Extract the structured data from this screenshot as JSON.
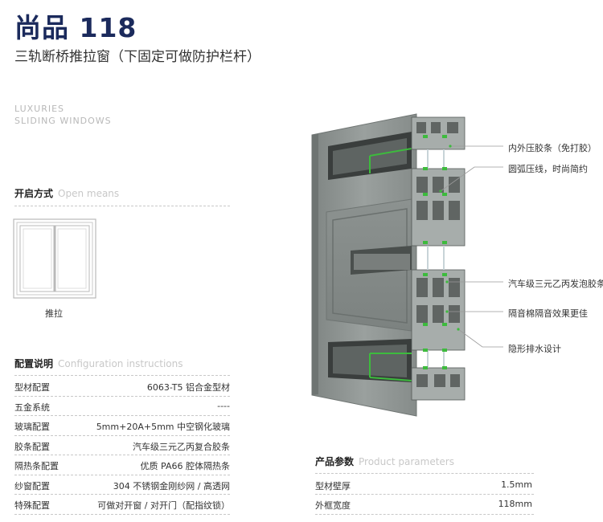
{
  "header": {
    "title": "尚品 118",
    "subtitle": "三轨断桥推拉窗（下固定可做防护栏杆）",
    "tagline_1": "LUXURIES",
    "tagline_2": "SLIDING WINDOWS"
  },
  "open_means": {
    "title": "开启方式",
    "title_en": "Open means",
    "caption": "推拉"
  },
  "configuration": {
    "title": "配置说明",
    "title_en": "Configuration instructions",
    "rows": [
      {
        "label": "型材配置",
        "value": "6063-T5 铝合金型材"
      },
      {
        "label": "五金系统",
        "value": "----"
      },
      {
        "label": "玻璃配置",
        "value": "5mm+20A+5mm 中空钢化玻璃"
      },
      {
        "label": "胶条配置",
        "value": "汽车级三元乙丙复合胶条"
      },
      {
        "label": "隔热条配置",
        "value": "优质 PA66 腔体隔热条"
      },
      {
        "label": "纱窗配置",
        "value": "304 不锈钢金刚纱网 / 高透网"
      },
      {
        "label": "特殊配置",
        "value": "可做对开窗 / 对开门（配指纹锁）"
      }
    ]
  },
  "callouts": [
    "内外压胶条（免打胶）",
    "圆弧压线，时尚简约",
    "汽车级三元乙丙发泡胶条",
    "隔音棉隔音效果更佳",
    "隐形排水设计"
  ],
  "product_params": {
    "title": "产品参数",
    "title_en": "Product parameters",
    "rows": [
      {
        "label": "型材壁厚",
        "value": "1.5mm"
      },
      {
        "label": "外框宽度",
        "value": "118mm"
      }
    ]
  },
  "colors": {
    "title": "#1b2a5c",
    "accent_green": "#3dbb3d",
    "profile_gray": "#8e9492"
  }
}
